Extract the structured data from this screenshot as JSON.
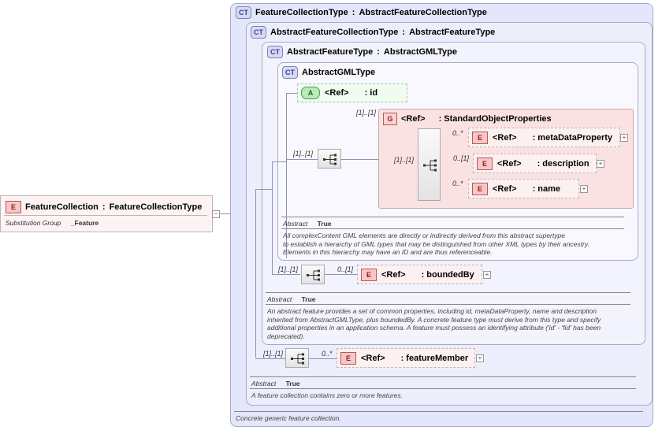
{
  "root": {
    "badge": "E",
    "name": "FeatureCollection",
    "type": "FeatureCollectionType",
    "subst_label": "Substitution Group",
    "subst_value": "_Feature"
  },
  "types": {
    "feature_collection": {
      "badge": "CT",
      "name": "FeatureCollectionType",
      "base": "AbstractFeatureCollectionType"
    },
    "abstract_feature_collection": {
      "badge": "CT",
      "name": "AbstractFeatureCollectionType",
      "base": "AbstractFeatureType"
    },
    "abstract_feature": {
      "badge": "CT",
      "name": "AbstractFeatureType",
      "base": "AbstractGMLType"
    },
    "abstract_gml": {
      "badge": "CT",
      "name": "AbstractGMLType"
    }
  },
  "attribute_id": {
    "badge": "A",
    "ref": "<Ref>",
    "name": ": id"
  },
  "group": {
    "badge": "G",
    "ref": "<Ref>",
    "name": ": StandardObjectProperties",
    "occurrence": "[1]..[1]"
  },
  "elements": {
    "meta_data_property": {
      "badge": "E",
      "ref": "<Ref>",
      "name": ": metaDataProperty",
      "occurrence": "0..*"
    },
    "description": {
      "badge": "E",
      "ref": "<Ref>",
      "name": ": description",
      "occurrence": "0..[1]"
    },
    "name": {
      "badge": "E",
      "ref": "<Ref>",
      "name": ": name",
      "occurrence": "0..*"
    },
    "bounded_by": {
      "badge": "E",
      "ref": "<Ref>",
      "name": ": boundedBy",
      "occurrence": "0..[1]"
    },
    "feature_member": {
      "badge": "E",
      "ref": "<Ref>",
      "name": ": featureMember",
      "occurrence": "0..*"
    }
  },
  "sequences": {
    "gml_outer": "[1]..[1]",
    "group_inner": "[1]..[1]",
    "feature": "[1]..[1]",
    "collection": "[1]..[1]"
  },
  "abstract_label": "Abstract",
  "abstract_value": "True",
  "docs": {
    "gml": [
      "All complexContent GML elements are directly or indirectly derived from this abstract supertype",
      "to establish a hierarchy of GML types that may be distinguished from other XML types by their ancestry.",
      "Elements in this hierarchy may have an ID and are thus referenceable."
    ],
    "feature": [
      "An abstract feature provides a set of common properties, including id, metaDataProperty, name and description",
      "inherited from AbstractGMLType, plus boundedBy.   A concrete feature type must derive from this type and specify",
      "additional  properties in an application schema. A feature must possess an identifying attribute ('id' - 'fid' has been",
      "deprecated)."
    ],
    "collection": [
      "A feature collection contains zero or more features."
    ],
    "concrete": [
      "Concrete generic feature collection."
    ]
  }
}
